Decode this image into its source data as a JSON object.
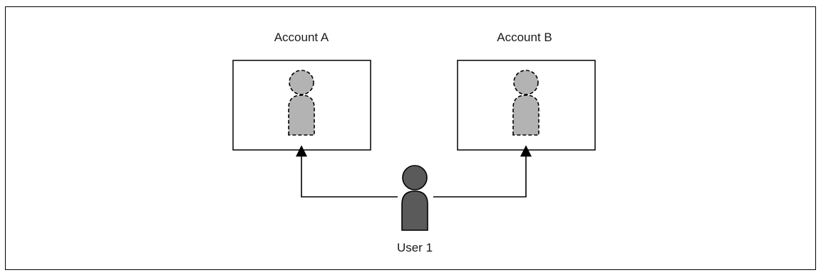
{
  "diagram": {
    "accounts": [
      {
        "label": "Account A"
      },
      {
        "label": "Account B"
      }
    ],
    "user": {
      "label": "User 1"
    }
  },
  "colors": {
    "placeholder_fill": "#b3b3b3",
    "user_fill": "#5a5a5a",
    "stroke": "#000000",
    "background": "#ffffff"
  },
  "icons": {
    "account_placeholder": "dashed-person-icon",
    "user": "person-icon"
  }
}
